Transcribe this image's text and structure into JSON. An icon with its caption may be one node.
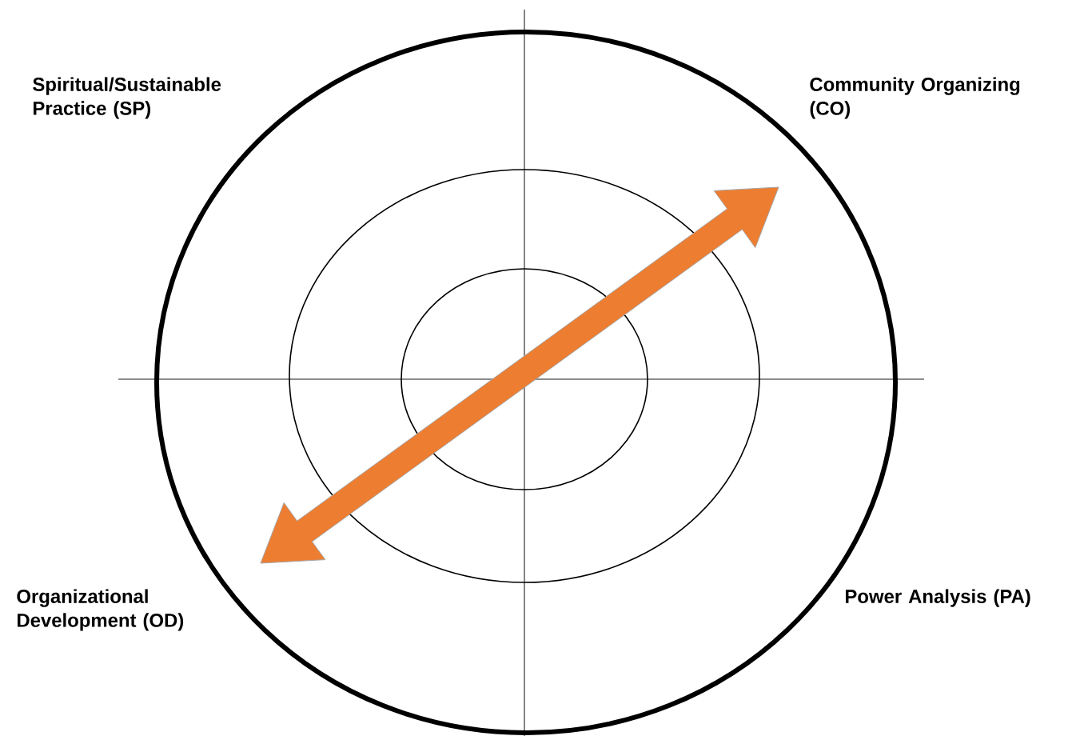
{
  "diagram": {
    "labels": [
      "Spiritual/Sustainable Practice (SP)",
      "Community Organizing (CO)",
      "Organizational Development (OD)",
      "Power Analysis (PA)"
    ]
  }
}
